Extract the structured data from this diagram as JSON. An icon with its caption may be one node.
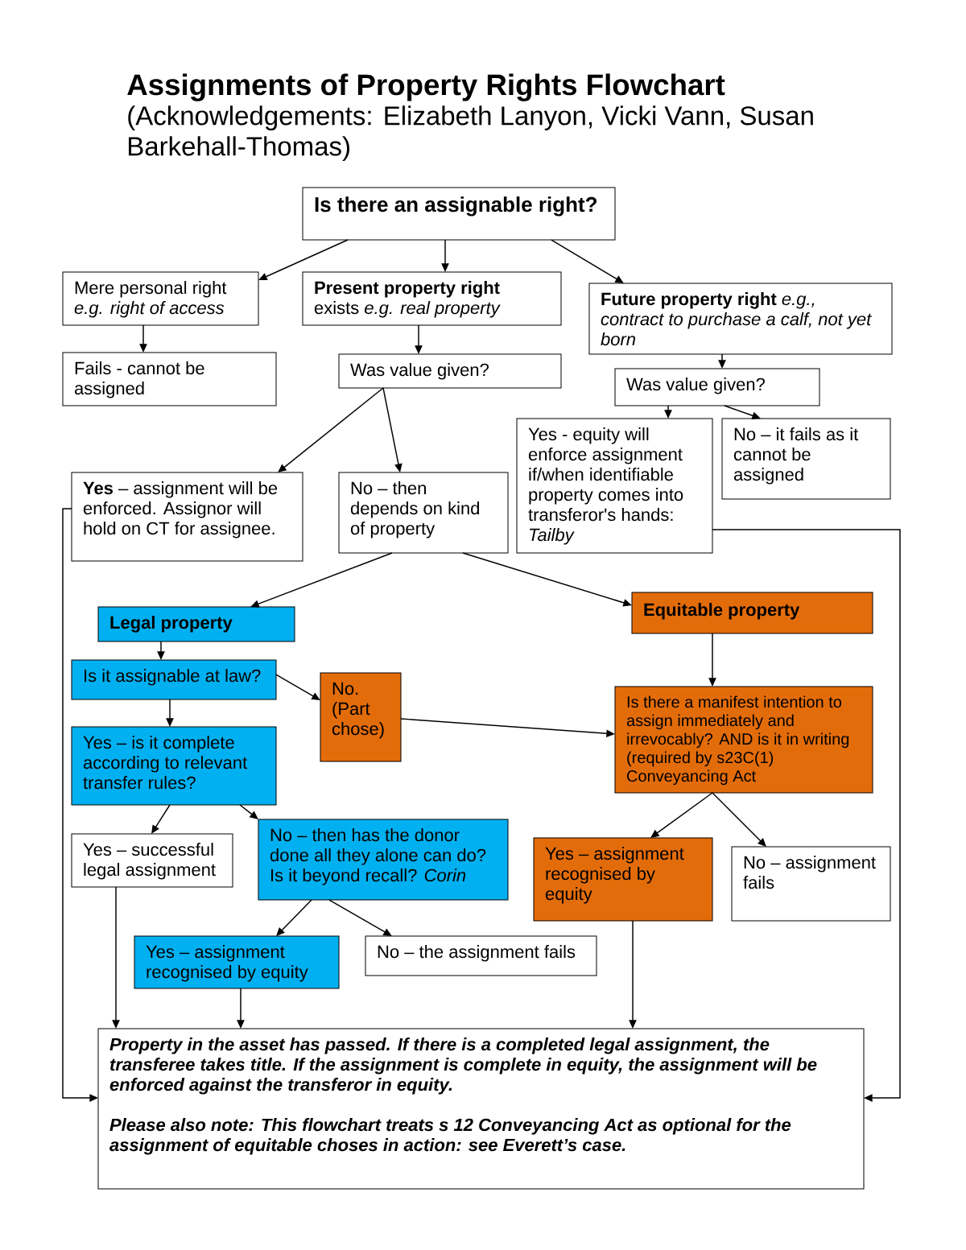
{
  "diagram": {
    "title": "Assignments of Property Rights Flowchart",
    "nodes": [
      {
        "text": [
          "Is there an assignable right?"
        ]
      },
      {
        "text": [
          "Mere personal right *e.g. right of access*"
        ]
      },
      {
        "text": [
          "**Present property right** exists *e.g. real property*"
        ]
      },
      {
        "text": [
          "**Future property right** *e.g., contract to purchase a calf, not yet born*"
        ]
      },
      {
        "text": [
          "Fails - cannot be assigned"
        ]
      },
      {
        "text": [
          "Was value given?"
        ]
      },
      {
        "text": [
          "Was value given?"
        ]
      },
      {
        "text": [
          "**Yes** – assignment will be enforced. Assignor will hold on CT for assignee."
        ]
      },
      {
        "text": [
          "No – then depends on kind of property"
        ]
      },
      {
        "text": [
          "Yes - equity will enforce assignment if/when identifiable property comes into transferor's hands: *Tailby*"
        ]
      },
      {
        "text": [
          "No – it fails as it cannot be assigned"
        ]
      },
      {
        "text": [
          "Legal property"
        ]
      },
      {
        "text": [
          "Equitable property"
        ]
      },
      {
        "text": [
          "Is it assignable at law?"
        ]
      },
      {
        "text": [
          "No. (Part chose)"
        ]
      },
      {
        "text": [
          "Is there a manifest intention to assign immediately and irrevocably? AND is it in writing (required by s23C(1) Conveyancing Act"
        ]
      },
      {
        "text": [
          "Yes – is it complete according to relevant transfer rules?"
        ]
      },
      {
        "text": [
          "Yes – successful legal assignment"
        ]
      },
      {
        "text": [
          "No – then has the donor done all they alone can do? Is it beyond recall? *Corin*"
        ]
      },
      {
        "text": [
          "Yes – assignment recognised by equity"
        ]
      },
      {
        "text": [
          "No – assignment fails"
        ]
      },
      {
        "text": [
          "Yes – assignment recognised by equity"
        ]
      },
      {
        "text": [
          "No – the assignment fails"
        ]
      },
      {
        "text": [
          "Property in the asset has passed. If there is a completed legal assignment, the transferee takes title. If the assignment is complete in equity, the assignment will be enforced against the transferor in equity.",
          "Please also note: This flowchart treats s 12 Conveyancing Act as optional for the assignment of equitable choses in action: see Everett’s case."
        ]
      }
    ],
    "edges": [
      {
        "from": 0,
        "to": 1,
        "arrow": "to"
      },
      {
        "from": 0,
        "to": 2,
        "arrow": "to"
      },
      {
        "from": 0,
        "to": 3,
        "arrow": "to"
      },
      {
        "from": 1,
        "to": 4,
        "arrow": "to"
      },
      {
        "from": 2,
        "to": 5,
        "arrow": "to"
      },
      {
        "from": 3,
        "to": 6,
        "arrow": "to"
      },
      {
        "from": 5,
        "to": 7,
        "arrow": "to"
      },
      {
        "from": 5,
        "to": 8,
        "arrow": "to"
      },
      {
        "from": 6,
        "to": 9,
        "arrow": "to"
      },
      {
        "from": 6,
        "to": 10,
        "arrow": "to"
      },
      {
        "from": 8,
        "to": 11,
        "arrow": "to"
      },
      {
        "from": 8,
        "to": 12,
        "arrow": "to"
      },
      {
        "from": 11,
        "to": 13,
        "arrow": "to"
      },
      {
        "from": 13,
        "to": 16,
        "arrow": "to"
      },
      {
        "from": 13,
        "to": 14,
        "arrow": "to"
      },
      {
        "from": 14,
        "to": 15,
        "arrow": "to"
      },
      {
        "from": 12,
        "to": 15,
        "arrow": "to"
      },
      {
        "from": 16,
        "to": 17,
        "arrow": "to"
      },
      {
        "from": 16,
        "to": 18,
        "arrow": "to"
      },
      {
        "from": 18,
        "to": 21,
        "arrow": "to"
      },
      {
        "from": 18,
        "to": 22,
        "arrow": "to"
      },
      {
        "from": 15,
        "to": 19,
        "arrow": "to"
      },
      {
        "from": 15,
        "to": 20,
        "arrow": "to"
      },
      {
        "from": 17,
        "to": 23,
        "arrow": "to"
      },
      {
        "from": 21,
        "to": 23,
        "arrow": "to"
      },
      {
        "from": 19,
        "to": 23,
        "arrow": "to"
      },
      {
        "from": 7,
        "to": 23,
        "arrow": "to"
      },
      {
        "from": 9,
        "to": 23,
        "arrow": "to"
      }
    ],
    "labels": [
      "(Acknowledgements: Elizabeth Lanyon, Vicki Vann, Susan Barkehall-Thomas)"
    ]
  }
}
